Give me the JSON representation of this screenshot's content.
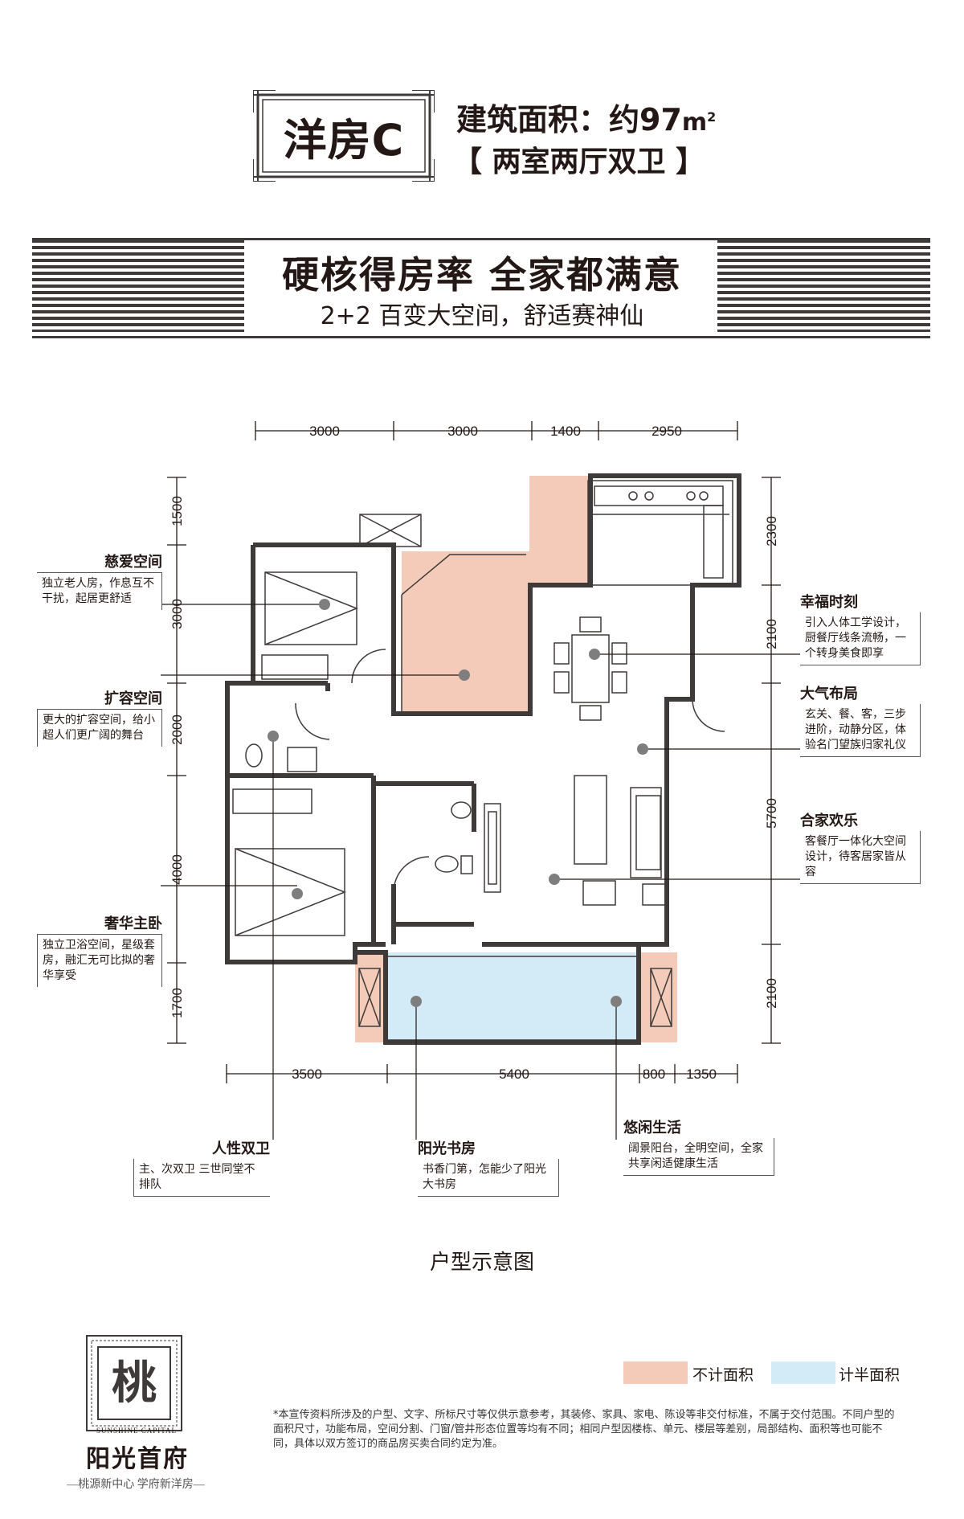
{
  "header": {
    "unit_type": "洋房C",
    "area_label": "建筑面积：约97",
    "area_unit": "m",
    "area_unit_sup": "2",
    "layout": "【 两室两厅双卫 】"
  },
  "banner": {
    "headline": "硬核得房率 全家都满意",
    "subline": "2+2 百变大空间，舒适赛神仙"
  },
  "dimensions": {
    "top": [
      "3000",
      "3000",
      "1400",
      "2950"
    ],
    "bottom": [
      "3500",
      "5400",
      "800",
      "1350"
    ],
    "left": [
      "1500",
      "3000",
      "2000",
      "4000",
      "1700"
    ],
    "right": [
      "2300",
      "2100",
      "5700",
      "2100"
    ]
  },
  "callouts": {
    "ciai": {
      "title": "慈爱空间",
      "text": "独立老人房，作息互不干扰，起居更舒适"
    },
    "kuorong": {
      "title": "扩容空间",
      "text": "更大的扩容空间，给小超人们更广阔的舞台"
    },
    "shehua": {
      "title": "奢华主卧",
      "text": "独立卫浴空间，星级套房，融汇无可比拟的奢华享受"
    },
    "xingfu": {
      "title": "幸福时刻",
      "text": "引入人体工学设计，厨餐厅线条流畅，一个转身美食即享"
    },
    "daqi": {
      "title": "大气布局",
      "text": "玄关、餐、客，三步进阶，动静分区，体验名门望族归家礼仪"
    },
    "hejia": {
      "title": "合家欢乐",
      "text": "客餐厅一体化大空间设计，待客居家皆从容"
    },
    "renxing": {
      "title": "人性双卫",
      "text": "主、次双卫 三世同堂不排队"
    },
    "yangguang": {
      "title": "阳光书房",
      "text": "书香门第，怎能少了阳光大书房"
    },
    "youxian": {
      "title": "悠闲生活",
      "text": "阔景阳台，全明空间，全家共享闲适健康生活"
    }
  },
  "caption": "户型示意图",
  "legend": [
    {
      "label": "不计面积",
      "color": "#f4cbb8"
    },
    {
      "label": "计半面积",
      "color": "#d3ebf7"
    }
  ],
  "colors": {
    "dark": "#3e3a39",
    "pink": "#f4cbb8",
    "blue": "#d3ebf7"
  },
  "footer": {
    "logo_glyph": "桃",
    "logo_en": "SUNSHINE CAPITAL",
    "logo_name": "阳光首府",
    "slogan": "—桃源新中心 学府新洋房—",
    "disclaimer": "*本宣传资料所涉及的户型、文字、所标尺寸等仅供示意参考，其装修、家具、家电、陈设等非交付标准，不属于交付范围。不同户型的面积尺寸，功能布局，空间分割、门窗/管井形态位置等均有不同；相同户型因楼栋、单元、楼层等差别，局部结构、面积等也可能不同，具体以双方签订的商品房买卖合同约定为准。"
  }
}
